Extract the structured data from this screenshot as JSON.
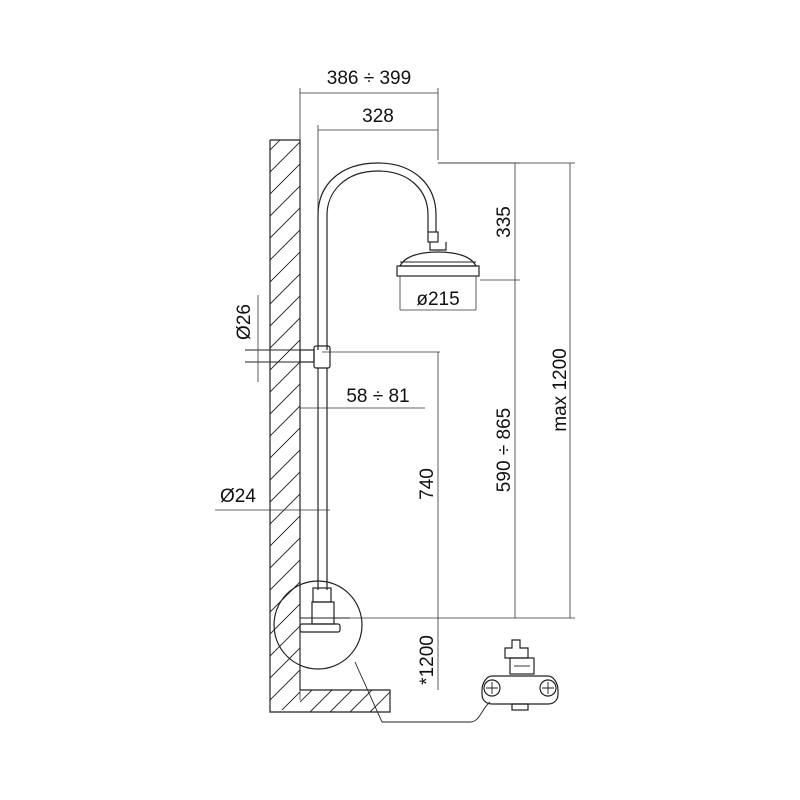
{
  "dimensions": {
    "outreach_range": "386 ÷ 399",
    "arm_reach": "328",
    "head_drop": "335",
    "head_diameter": "ø215",
    "upper_pipe_diameter": "Ø26",
    "wall_offset_range": "58 ÷ 81",
    "lower_pipe_diameter": "Ø24",
    "riser_height": "740",
    "adjustable_height": "590 ÷ 865",
    "max_height": "max 1200",
    "mixer_height": "*1200"
  },
  "colors": {
    "line": "#222222",
    "background": "#ffffff"
  }
}
